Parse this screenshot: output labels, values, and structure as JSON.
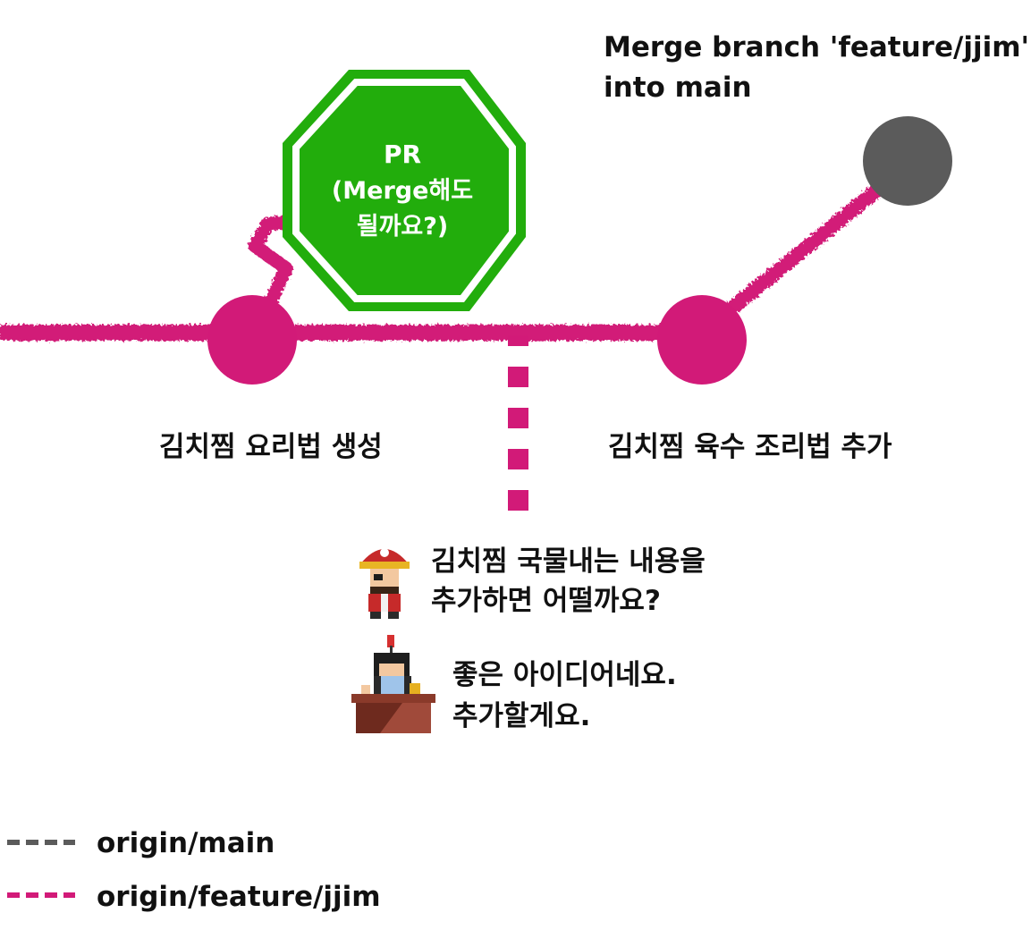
{
  "colors": {
    "main_branch": "#5b5b5b",
    "feature_branch": "#d21a78",
    "pr_badge": "#22ad0c",
    "text": "#111111"
  },
  "merge_commit": {
    "line1": "Merge branch 'feature/jjim'",
    "line2": "into main"
  },
  "pr_badge": {
    "line1": "PR",
    "line2": "(Merge해도",
    "line3": "될까요?)"
  },
  "commits": {
    "first": "김치찜 요리법 생성",
    "second": "김치찜 육수 조리법 추가"
  },
  "review": {
    "reviewer_icon": "pirate-avatar-icon",
    "reviewer_line1": "김치찜 국물내는 내용을",
    "reviewer_line2": "추가하면 어떨까요?",
    "author_icon": "developer-at-desk-icon",
    "author_line1": "좋은 아이디어네요.",
    "author_line2": "추가할게요."
  },
  "legend": {
    "main_label": "origin/main",
    "feature_label": "origin/feature/jjim"
  }
}
